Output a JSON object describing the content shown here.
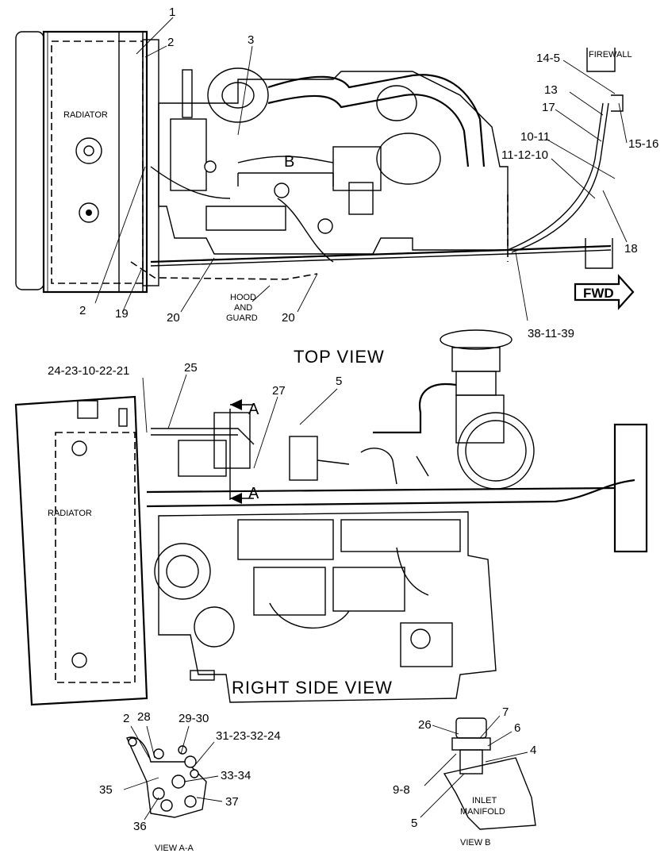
{
  "labels": {
    "radiator_top": "RADIATOR",
    "radiator_side": "RADIATOR",
    "firewall": "FIREWALL",
    "fwd": "FWD",
    "hood_line1": "HOOD",
    "hood_line2": "AND",
    "hood_line3": "GUARD",
    "top_view": "TOP VIEW",
    "right_side_view": "RIGHT SIDE VIEW",
    "view_aa": "VIEW A-A",
    "view_b": "VIEW B",
    "inlet_line1": "INLET",
    "inlet_line2": "MANIFOLD",
    "marker_b": "B",
    "marker_a1": "A",
    "marker_a2": "A"
  },
  "callouts": {
    "c1": "1",
    "c2a": "2",
    "c3": "3",
    "c14_5": "14-5",
    "c13": "13",
    "c17": "17",
    "c10_11": "10-11",
    "c11_12_10": "11-12-10",
    "c15_16": "15-16",
    "c18": "18",
    "c2b": "2",
    "c19": "19",
    "c20a": "20",
    "c20b": "20",
    "c38_11_39": "38-11-39",
    "c24_23_10_22_21": "24-23-10-22-21",
    "c25": "25",
    "c27": "27",
    "c5a": "5",
    "c2c": "2",
    "c28": "28",
    "c29_30": "29-30",
    "c31_23_32_24": "31-23-32-24",
    "c33_34": "33-34",
    "c35": "35",
    "c36": "36",
    "c37": "37",
    "c26": "26",
    "c7": "7",
    "c6": "6",
    "c4": "4",
    "c9_8": "9-8",
    "c5b": "5"
  }
}
